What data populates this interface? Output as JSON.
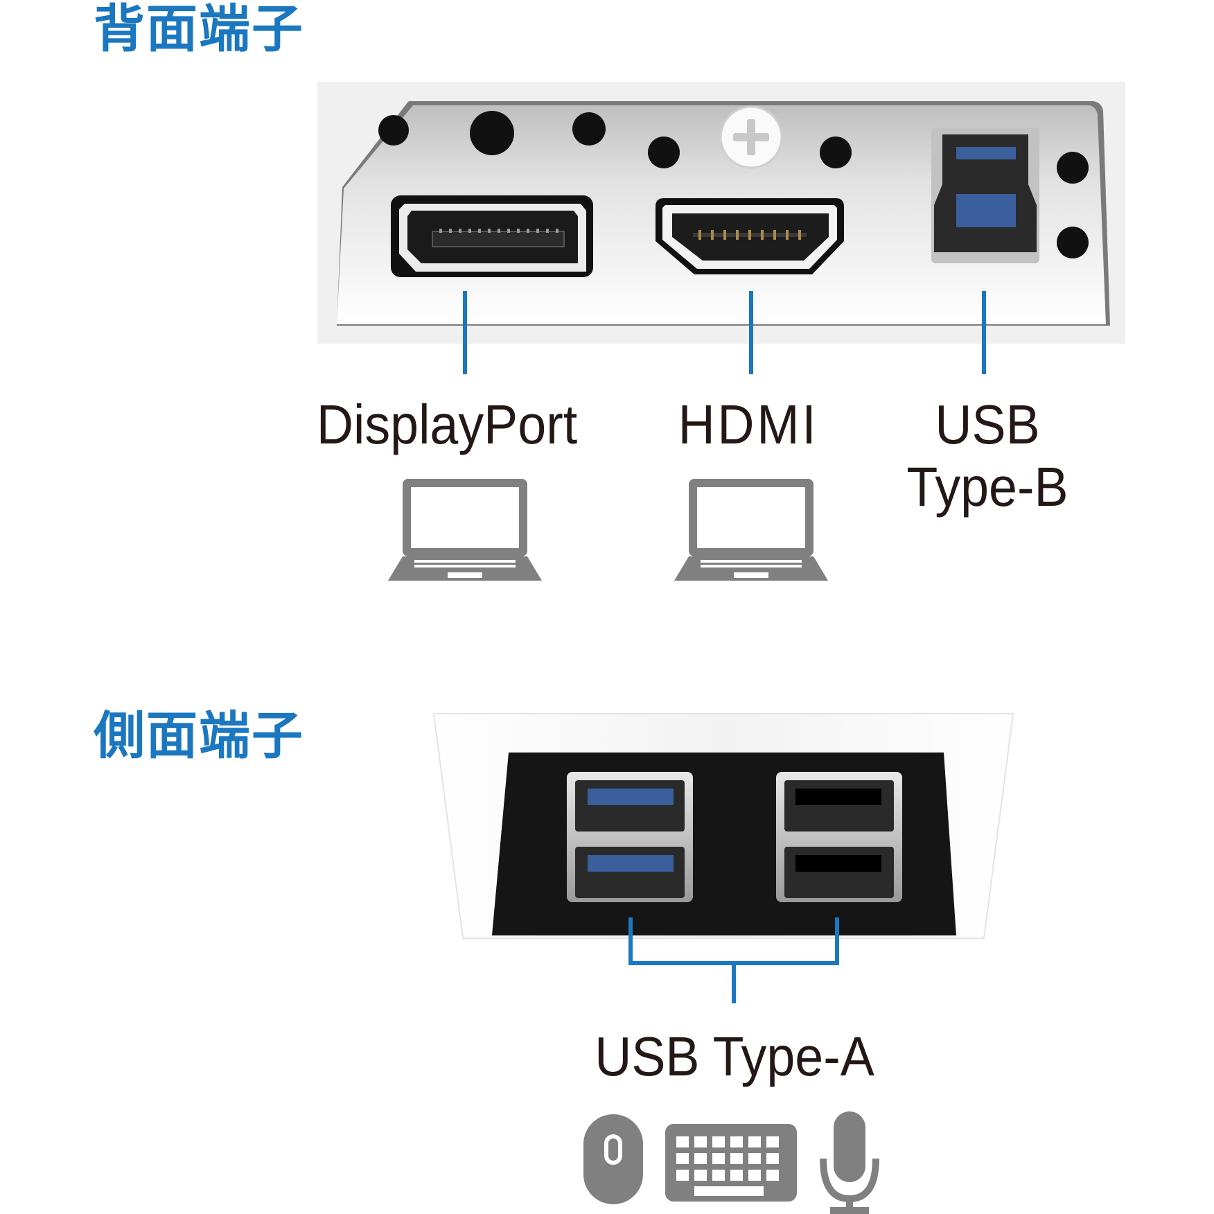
{
  "sections": {
    "rear": {
      "title": "背面端子"
    },
    "side": {
      "title": "側面端子"
    }
  },
  "rear_ports": {
    "displayport": {
      "label": "DisplayPort",
      "device_icon": "laptop-icon"
    },
    "hdmi": {
      "label": "HDMI",
      "device_icon": "laptop-icon"
    },
    "usb_b": {
      "label_line1": "USB",
      "label_line2": "Type-B"
    }
  },
  "side_ports": {
    "usb_a": {
      "label": "USB Type-A",
      "device_icons": [
        "mouse-icon",
        "keyboard-icon",
        "microphone-icon"
      ]
    }
  },
  "colors": {
    "accent": "#1b77bf",
    "usb3_blue": "#3a5f9c",
    "icon_gray": "#808080",
    "label_text": "#231815"
  }
}
